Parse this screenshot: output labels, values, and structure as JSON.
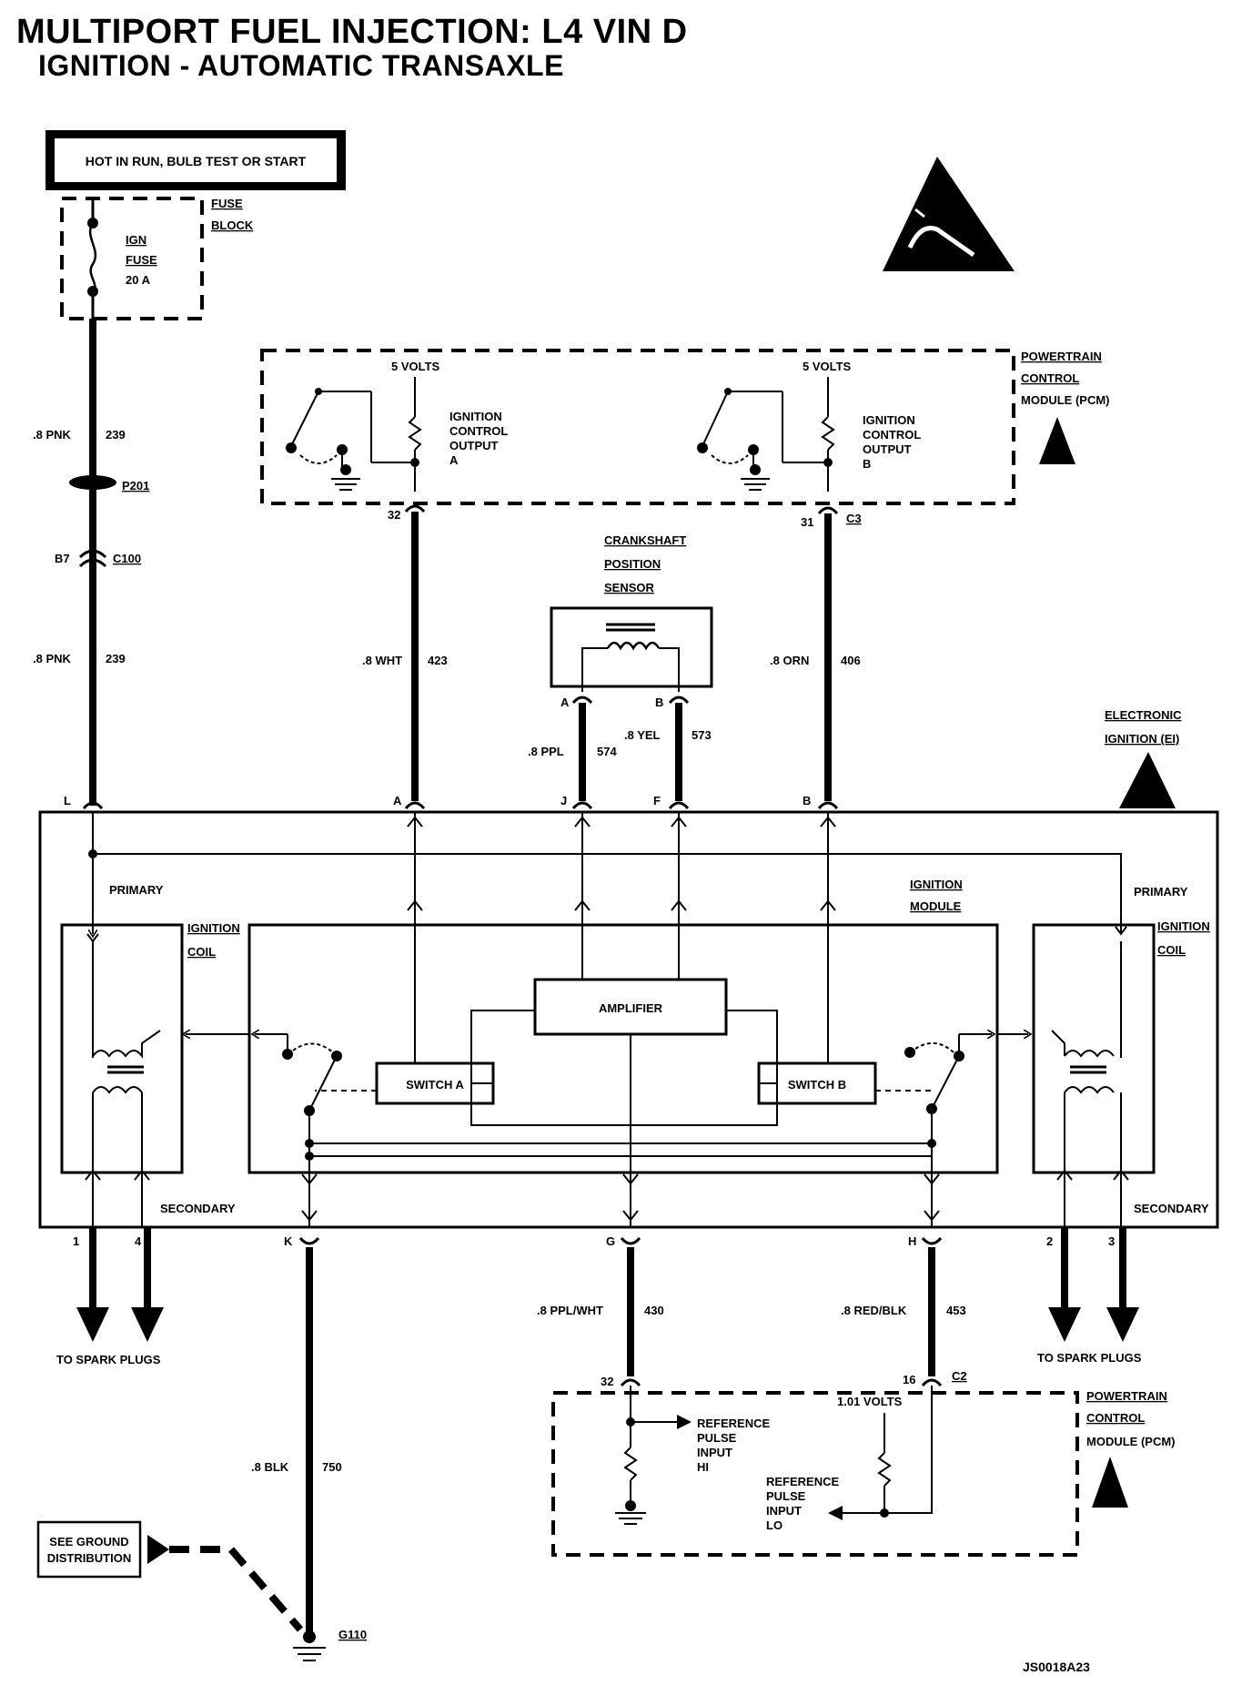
{
  "title": "MULTIPORT FUEL INJECTION: L4 VIN D",
  "subtitle": "IGNITION - AUTOMATIC TRANSAXLE",
  "hot_box": "HOT IN RUN, BULB TEST OR START",
  "fuse_block": {
    "line1": "FUSE",
    "line2": "BLOCK",
    "fuse_line1": "IGN",
    "fuse_line2": "FUSE",
    "fuse_rating": "20 A"
  },
  "pcm_top": {
    "line1": "POWERTRAIN",
    "line2": "CONTROL",
    "line3": "MODULE (PCM)",
    "volts_a": "5 VOLTS",
    "volts_b": "5 VOLTS",
    "out_a": [
      "IGNITION",
      "CONTROL",
      "OUTPUT",
      "A"
    ],
    "out_b": [
      "IGNITION",
      "CONTROL",
      "OUTPUT",
      "B"
    ],
    "pin_a": "32",
    "pin_b": "31",
    "connector": "C3"
  },
  "wires": {
    "w239_top_gauge": ".8 PNK",
    "w239_top_num": "239",
    "splice": "P201",
    "c100_pin": "B7",
    "c100": "C100",
    "w239_bot_gauge": ".8 PNK",
    "w239_bot_num": "239",
    "w423_gauge": ".8 WHT",
    "w423_num": "423",
    "w406_gauge": ".8 ORN",
    "w406_num": "406",
    "w574_gauge": ".8 PPL",
    "w574_num": "574",
    "w573_gauge": ".8 YEL",
    "w573_num": "573",
    "w430_gauge": ".8 PPL/WHT",
    "w430_num": "430",
    "w453_gauge": ".8 RED/BLK",
    "w453_num": "453",
    "w750_gauge": ".8 BLK",
    "w750_num": "750"
  },
  "ckp": {
    "line1": "CRANKSHAFT",
    "line2": "POSITION",
    "line3": "SENSOR",
    "pin_a": "A",
    "pin_b": "B"
  },
  "ei": {
    "line1": "ELECTRONIC",
    "line2": "IGNITION (EI)"
  },
  "module_pins": {
    "L": "L",
    "A": "A",
    "J": "J",
    "F": "F",
    "B": "B",
    "K": "K",
    "G": "G",
    "H": "H",
    "p1": "1",
    "p4": "4",
    "p2": "2",
    "p3": "3"
  },
  "module": {
    "primary_left": "PRIMARY",
    "primary_right": "PRIMARY",
    "coil_l1": "IGNITION",
    "coil_l2": "COIL",
    "coil_r1": "IGNITION",
    "coil_r2": "COIL",
    "im_line1": "IGNITION",
    "im_line2": "MODULE",
    "amplifier": "AMPLIFIER",
    "switch_a": "SWITCH A",
    "switch_b": "SWITCH B",
    "secondary_left": "SECONDARY",
    "secondary_right": "SECONDARY"
  },
  "spark_left": "TO SPARK PLUGS",
  "spark_right": "TO SPARK PLUGS",
  "pcm_bottom": {
    "line1": "POWERTRAIN",
    "line2": "CONTROL",
    "line3": "MODULE (PCM)",
    "pin_g": "32",
    "pin_h": "16",
    "connector": "C2",
    "volts": "1.01 VOLTS",
    "ref_hi": [
      "REFERENCE",
      "PULSE",
      "INPUT",
      "HI"
    ],
    "ref_lo": [
      "REFERENCE",
      "PULSE",
      "INPUT",
      "LO"
    ]
  },
  "ground": {
    "box_line1": "SEE GROUND",
    "box_line2": "DISTRIBUTION",
    "label": "G110"
  },
  "figure_id": "JS0018A23"
}
